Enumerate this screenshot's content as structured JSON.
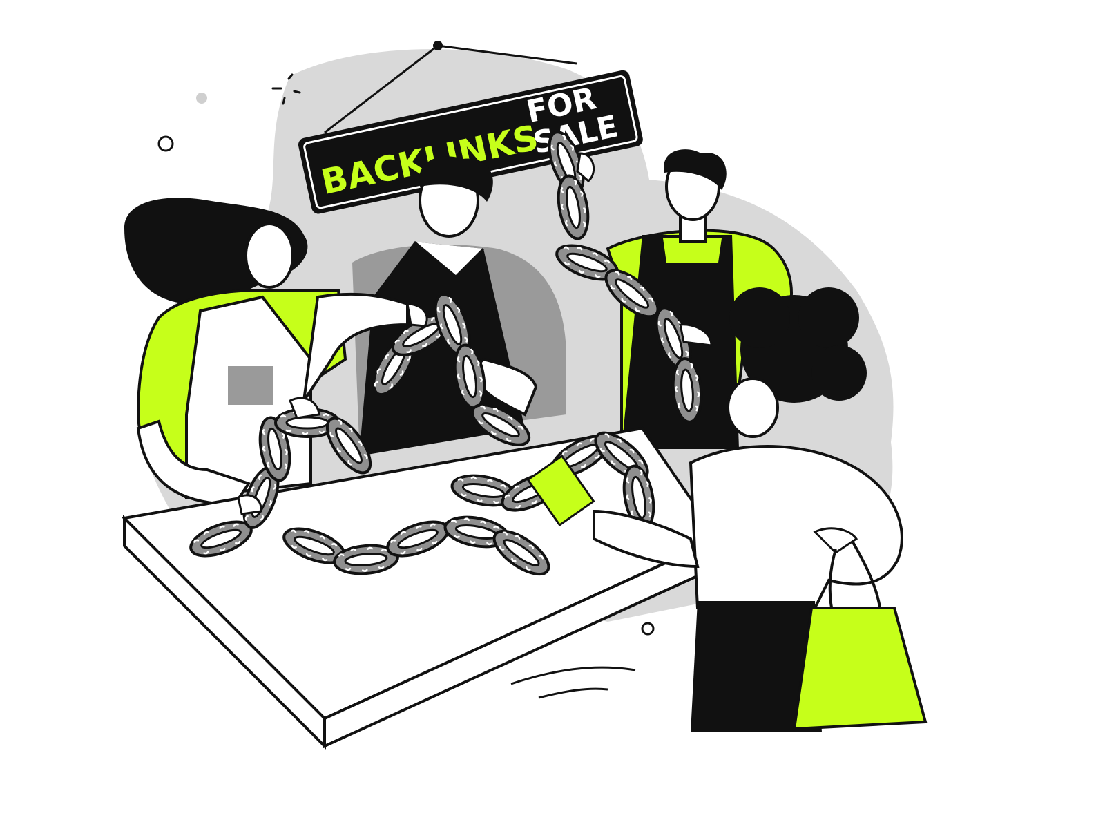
{
  "sign": {
    "word_main": "BACKLINKS",
    "word_for": "FOR",
    "word_sale": "SALE"
  },
  "colors": {
    "accent": "#c6ff1a",
    "ink": "#111111",
    "blob": "#d9d9d9",
    "link_fill": "#8f8f8f",
    "paper": "#ffffff",
    "shadow_gray": "#9a9a9a"
  },
  "icons": [
    "sparkle-icon",
    "circle-icon",
    "dot-icon"
  ]
}
